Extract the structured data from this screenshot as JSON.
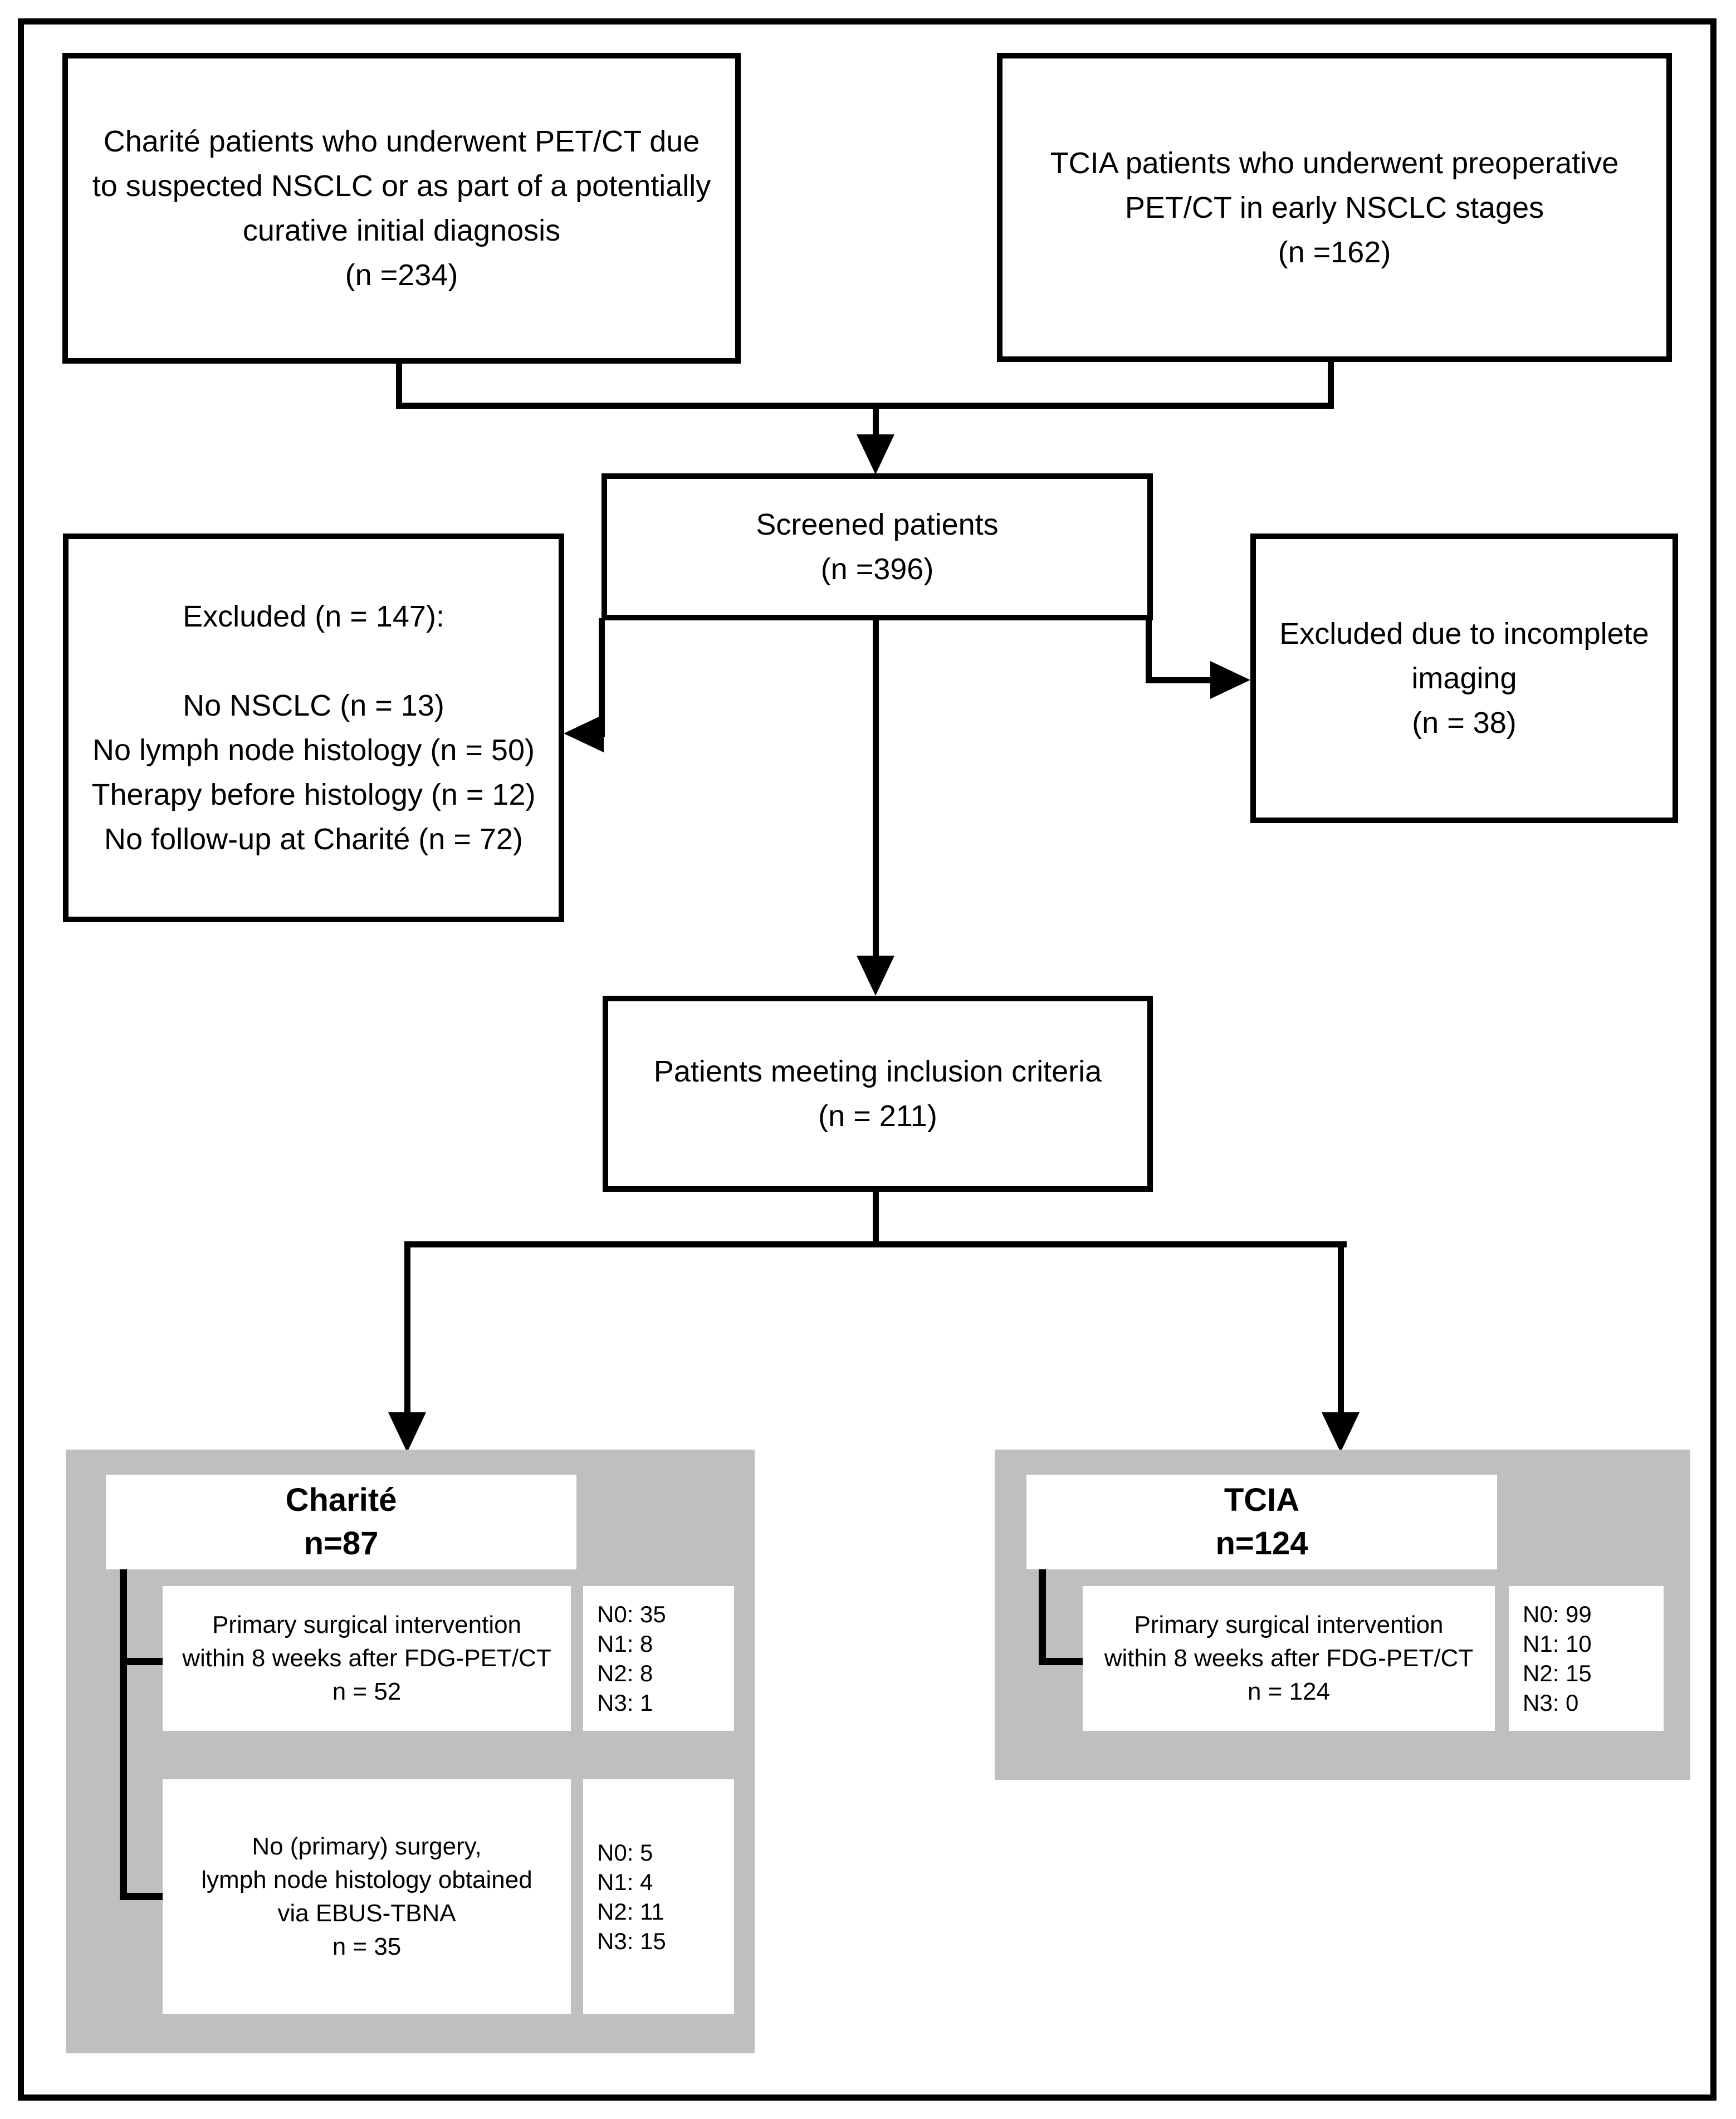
{
  "colors": {
    "background": "#ffffff",
    "line": "#000000",
    "panel_gray": "#bfbfbf",
    "box_fill": "#ffffff"
  },
  "flow": {
    "source_charite": "Charité patients who underwent PET/CT due\nto suspected NSCLC or as part of a potentially\ncurative initial diagnosis\n(n =234)",
    "source_tcia": "TCIA patients who underwent preoperative\nPET/CT in early NSCLC stages\n(n =162)",
    "screened": "Screened patients\n(n =396)",
    "excluded_charite": "Excluded (n = 147):\n\nNo NSCLC (n = 13)\nNo lymph node histology (n = 50)\nTherapy before histology (n = 12)\nNo follow-up at Charité (n = 72)",
    "excluded_imaging": "Excluded due to incomplete\nimaging\n(n = 38)",
    "inclusion": "Patients meeting inclusion criteria\n(n = 211)"
  },
  "panels": {
    "charite": {
      "title": "Charité",
      "count": "n=87",
      "rows": [
        {
          "label": "Primary surgical intervention\nwithin 8 weeks after FDG-PET/CT\nn = 52",
          "n_stages": [
            "N0: 35",
            "N1: 8",
            "N2: 8",
            "N3: 1"
          ]
        },
        {
          "label": "No (primary) surgery,\nlymph node histology obtained\nvia EBUS-TBNA\nn = 35",
          "n_stages": [
            "N0: 5",
            "N1: 4",
            "N2: 11",
            "N3: 15"
          ]
        }
      ]
    },
    "tcia": {
      "title": "TCIA",
      "count": "n=124",
      "rows": [
        {
          "label": "Primary surgical intervention\nwithin 8 weeks after FDG-PET/CT\nn = 124",
          "n_stages": [
            "N0: 99",
            "N1: 10",
            "N2: 15",
            "N3: 0"
          ]
        }
      ]
    }
  }
}
